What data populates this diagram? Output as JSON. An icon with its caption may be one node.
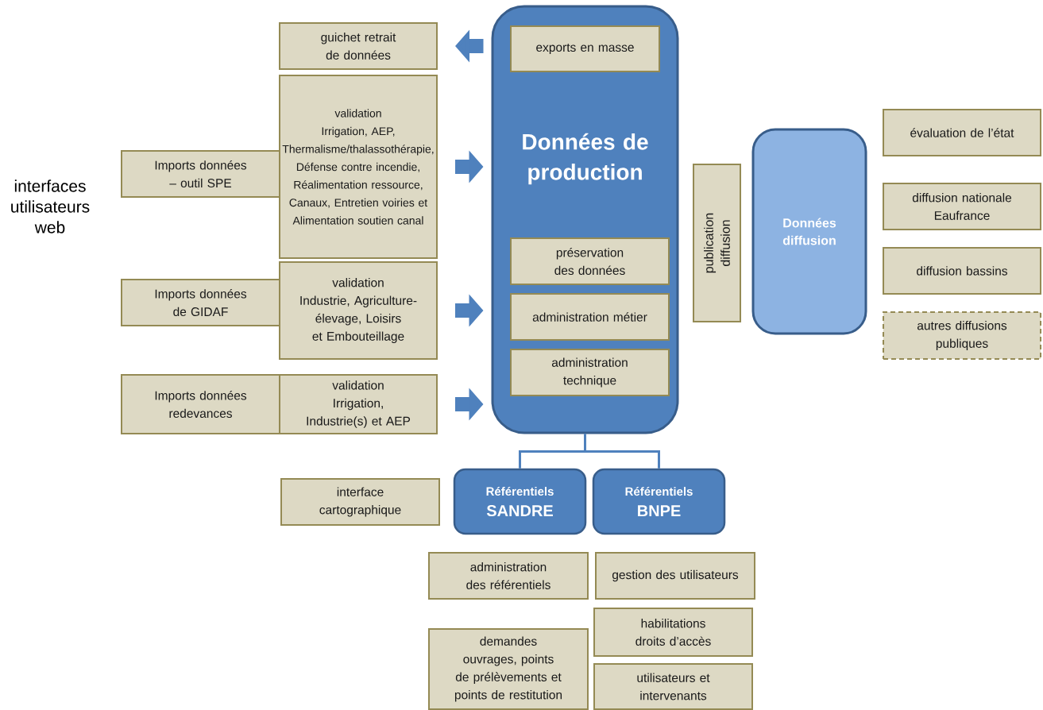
{
  "diagram": {
    "nodes": [
      {
        "text": [
          "Données de production"
        ]
      },
      {
        "text": [
          "exports en masse"
        ],
        "in": 0
      },
      {
        "text": [
          "préservation des données"
        ],
        "in": 0
      },
      {
        "text": [
          "administration métier"
        ],
        "in": 0
      },
      {
        "text": [
          "administration technique"
        ],
        "in": 0
      },
      {
        "text": [
          "guichet retrait de données"
        ]
      },
      {
        "text": [
          "Imports données – outil SPE"
        ]
      },
      {
        "text": [
          "validation",
          "Irrigation, AEP, Thermalisme/thalassothérapie, Défense contre incendie, Réalimentation ressource, Canaux, Entretien voiries et Alimentation soutien canal"
        ]
      },
      {
        "text": [
          "Imports données de GIDAF"
        ]
      },
      {
        "text": [
          "validation",
          "Industrie, Agriculture-élevage, Loisirs et Embouteillage"
        ]
      },
      {
        "text": [
          "Imports données redevances"
        ]
      },
      {
        "text": [
          "validation",
          "Irrigation, Industrie(s) et AEP"
        ]
      },
      {
        "text": [
          "interface cartographique"
        ]
      },
      {
        "text": [
          "Référentiels",
          "SANDRE"
        ]
      },
      {
        "text": [
          "Référentiels",
          "BNPE"
        ]
      },
      {
        "text": [
          "administration des référentiels"
        ]
      },
      {
        "text": [
          "gestion des utilisateurs"
        ]
      },
      {
        "text": [
          "habilitations droits d’accès"
        ]
      },
      {
        "text": [
          "demandes ouvrages, points de prélèvements et points de restitution"
        ]
      },
      {
        "text": [
          "utilisateurs et intervenants"
        ]
      },
      {
        "text": [
          "publication diffusion"
        ]
      },
      {
        "text": [
          "Données diffusion"
        ]
      },
      {
        "text": [
          "évaluation de l’état"
        ]
      },
      {
        "text": [
          "diffusion nationale Eaufrance"
        ]
      },
      {
        "text": [
          "diffusion bassins"
        ]
      },
      {
        "text": [
          "autres diffusions publiques"
        ]
      }
    ],
    "edges": [
      {
        "from": 0,
        "to": 5,
        "arrow": "to"
      },
      {
        "from": 7,
        "to": 0,
        "arrow": "to"
      },
      {
        "from": 9,
        "to": 0,
        "arrow": "to"
      },
      {
        "from": 11,
        "to": 0,
        "arrow": "to"
      },
      {
        "from": 0,
        "to": 13,
        "arrow": "none"
      },
      {
        "from": 0,
        "to": 14,
        "arrow": "none"
      }
    ],
    "labels": [
      "interfaces utilisateurs web"
    ]
  }
}
